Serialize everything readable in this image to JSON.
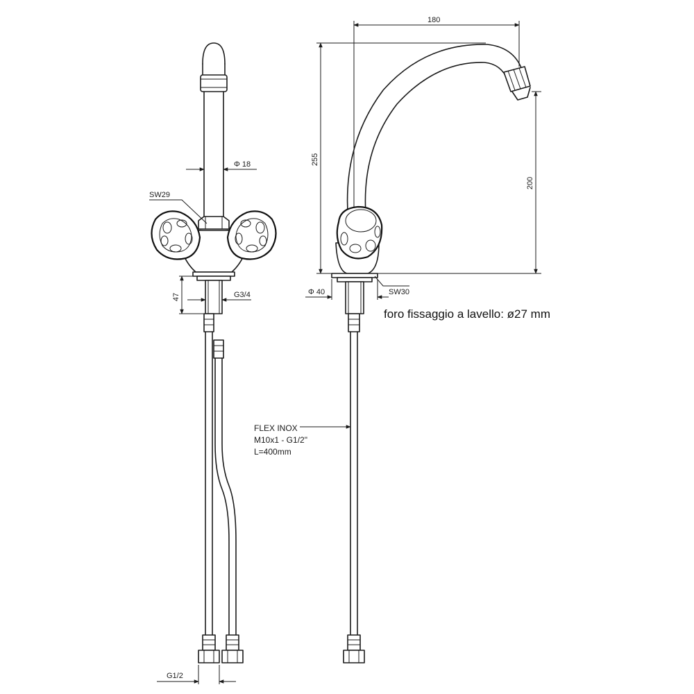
{
  "dimensions": {
    "spout_diameter": "Φ 18",
    "spout_reach": "180",
    "total_height": "255",
    "spout_height": "200",
    "body_wrench": "SW29",
    "base_thread": "G3/4",
    "shank_length": "47",
    "base_diameter": "Φ 40",
    "base_wrench": "SW30",
    "hose_thread": "G1/2"
  },
  "notes": {
    "mounting_hole": "foro fissaggio a lavello: ø27 mm"
  },
  "hose_label": {
    "line1": "FLEX INOX",
    "line2": "M10x1 - G1/2\"",
    "line3": "L=400mm"
  }
}
